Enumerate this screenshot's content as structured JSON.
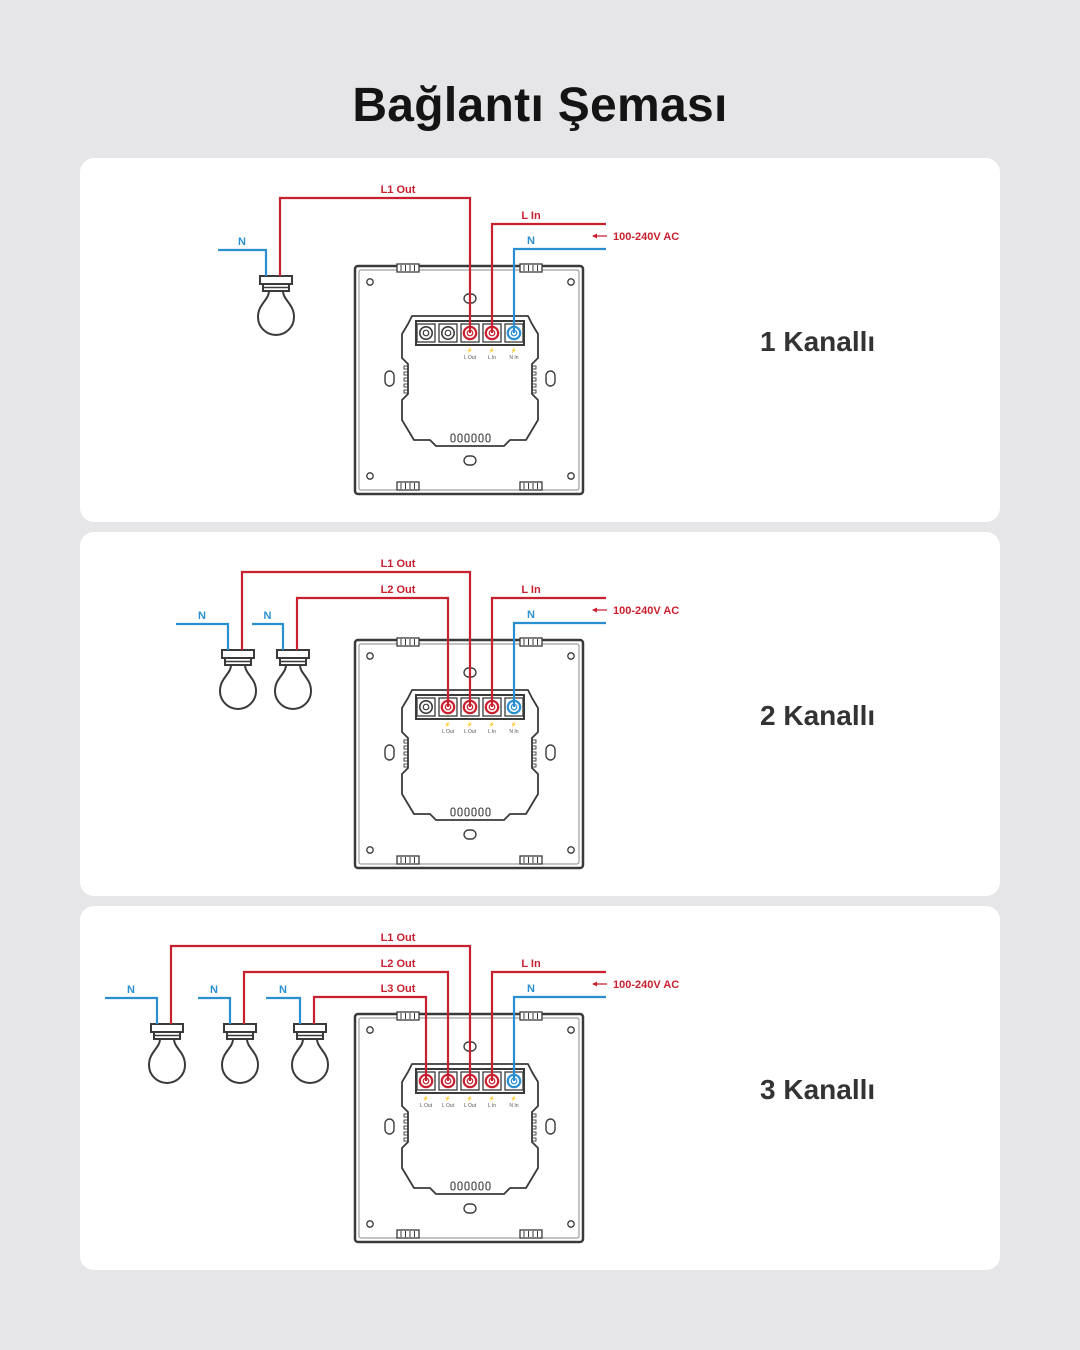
{
  "title": "Bağlantı Şeması",
  "colors": {
    "live_wire": "#c8202f",
    "neutral_wire": "#2a8fd0",
    "outline": "#3a3a3a",
    "card_bg": "#ffffff",
    "page_bg": "#e6e6e8"
  },
  "diagrams": [
    {
      "label": "1 Kanallı",
      "channels": 1,
      "supply_label": "100-240V AC",
      "lin_label": "L In",
      "n_label": "N",
      "out_labels": [
        "L1 Out"
      ],
      "terminal_labels": [
        "",
        "",
        "L Out",
        "L In",
        "N In"
      ]
    },
    {
      "label": "2 Kanallı",
      "channels": 2,
      "supply_label": "100-240V AC",
      "lin_label": "L In",
      "n_label": "N",
      "out_labels": [
        "L1 Out",
        "L2 Out"
      ],
      "terminal_labels": [
        "",
        "L Out",
        "L Out",
        "L In",
        "N In"
      ]
    },
    {
      "label": "3 Kanallı",
      "channels": 3,
      "supply_label": "100-240V AC",
      "lin_label": "L In",
      "n_label": "N",
      "out_labels": [
        "L1 Out",
        "L2 Out",
        "L3 Out"
      ],
      "terminal_labels": [
        "L Out",
        "L Out",
        "L Out",
        "L In",
        "N In"
      ]
    }
  ]
}
